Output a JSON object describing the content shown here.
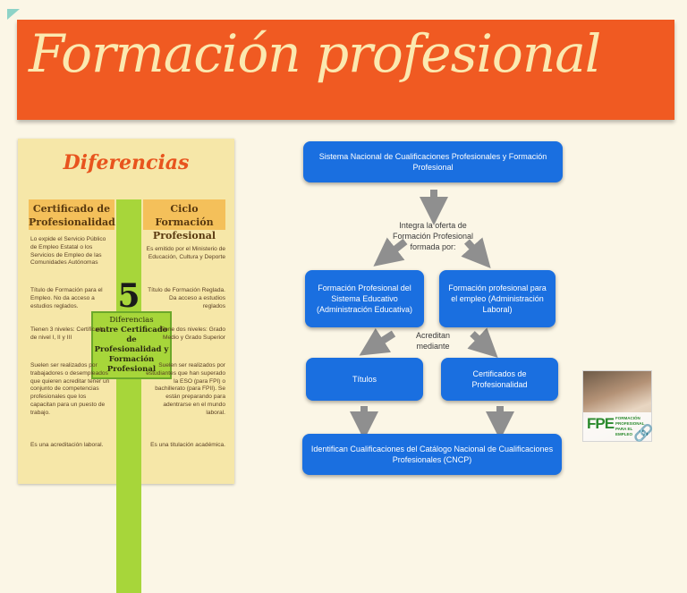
{
  "banner": {
    "title": "Formación profesional"
  },
  "infographic": {
    "title": "Diferencias",
    "left_heading": "Certificado de Profesionalidad",
    "right_heading": "Ciclo Formación Profesional",
    "center_number": "5",
    "center_label_line1": "Diferencias",
    "center_label_line2": "entre Certificado de Profesionalidad y Formación Profesional",
    "left_items": [
      "Lo expide el Servicio Público de Empleo Estatal o los Servicios de Empleo de las Comunidades Autónomas",
      "Título de Formación para el Empleo. No da acceso a estudios reglados.",
      "Tienen 3 niveles: Certificado de nivel I, II y III",
      "Suelen ser realizados por trabajadores o desempleados que quieren acreditar tener un conjunto de competencias profesionales que los capacitan para un puesto de trabajo.",
      "Es una acreditación laboral."
    ],
    "right_items": [
      "Es emitido por el Ministerio de Educación, Cultura y Deporte",
      "Título de Formación Reglada. Da acceso a estudios reglados",
      "Tiene dos niveles: Grado Medio y Grado Superior",
      "Suelen ser realizados por estudiantes que han superado la ESO (para FPI) o bachillerato (para FPII). Se están preparando para adentrarse en el mundo laboral.",
      "Es una titulación académica."
    ]
  },
  "diagram": {
    "top_box": "Sistema Nacional de Cualificaciones Profesionales y Formación Profesional",
    "integra_label": "Integra la oferta de Formación Profesional formada por:",
    "left_box": "Formación Profesional del Sistema Educativo (Administración Educativa)",
    "right_box": "Formación profesional para el empleo (Administración Laboral)",
    "acreditan_label": "Acreditan mediante",
    "titulos_box": "Títulos",
    "certificados_box": "Certificados de Profesionalidad",
    "bottom_box": "Identifican Cualificaciones del Catálogo Nacional de Cualificaciones Profesionales (CNCP)",
    "box_color": "#1a6fe0",
    "arrow_color": "#8f8f8f"
  },
  "logo": {
    "text": "FPE",
    "subtitle": "FORMACIÓN PROFESIONAL PARA EL EMPLEO",
    "link_icon": "link-icon"
  }
}
